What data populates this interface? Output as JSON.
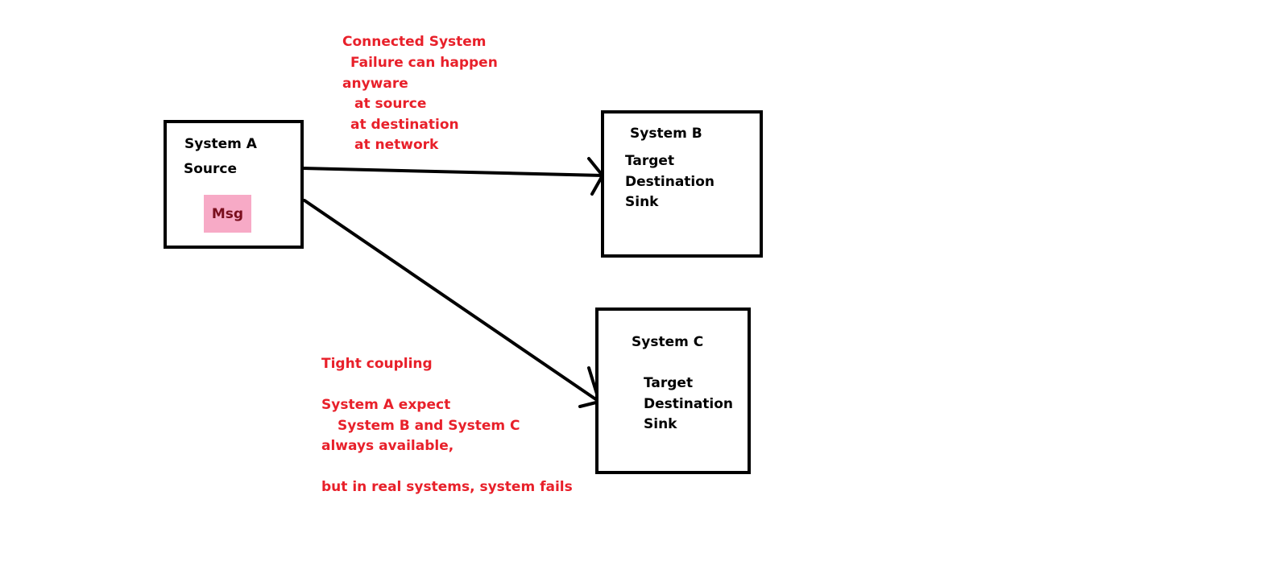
{
  "system_a": {
    "title": "System A",
    "role": "Source",
    "msg_label": "Msg"
  },
  "system_b": {
    "title": "System B",
    "line1": "Target",
    "line2": "Destination",
    "line3": "Sink"
  },
  "system_c": {
    "title": "System C",
    "line1": "Target",
    "line2": "Destination",
    "line3": "Sink"
  },
  "note_top": {
    "line1": "Connected System",
    "line2": "Failure can happen",
    "line3": "anyware",
    "line4": "at source",
    "line5": "at destination",
    "line6": "at network"
  },
  "note_bottom": {
    "line1": "Tight coupling",
    "line2": "System A expect",
    "line3": "System B and System C",
    "line4": "always available,",
    "line5": "but in real systems, system fails"
  },
  "colors": {
    "annotation": "#e8202a",
    "msg_fill": "#f7aac6",
    "stroke": "#000000"
  }
}
